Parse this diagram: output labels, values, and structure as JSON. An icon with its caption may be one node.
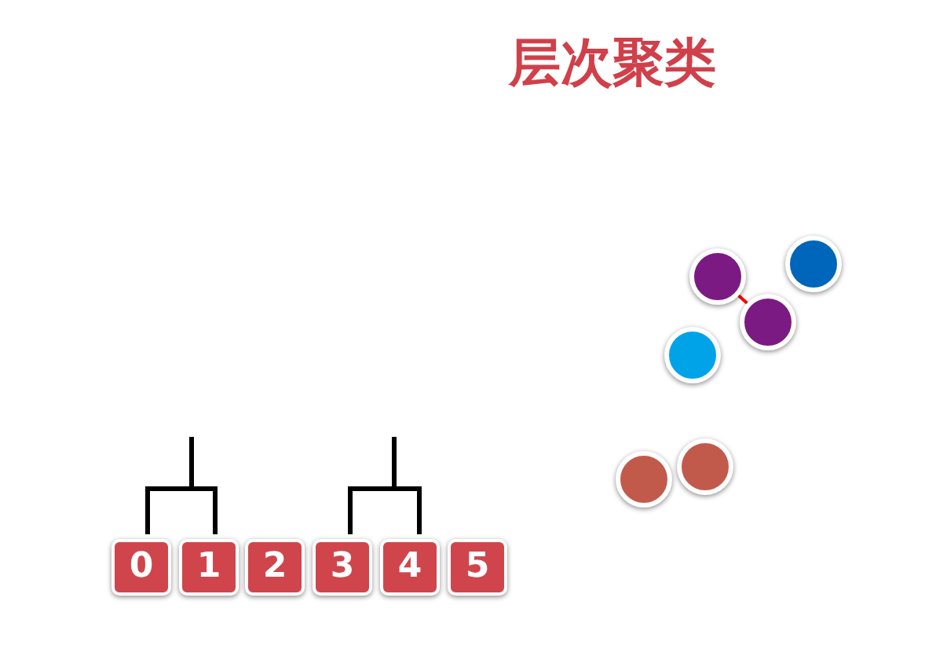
{
  "diagram": {
    "title": "层次聚类",
    "nodes": [
      {
        "text": [
          "0"
        ]
      },
      {
        "text": [
          "1"
        ]
      },
      {
        "text": [
          "2"
        ]
      },
      {
        "text": [
          "3"
        ]
      },
      {
        "text": [
          "4"
        ]
      },
      {
        "text": [
          "5"
        ]
      },
      {
        "text": [],
        "shape": "circle"
      },
      {
        "text": [],
        "shape": "circle"
      },
      {
        "text": [],
        "shape": "circle"
      },
      {
        "text": [],
        "shape": "circle"
      },
      {
        "text": [],
        "shape": "circle"
      },
      {
        "text": [],
        "shape": "circle"
      }
    ],
    "edges": [
      {
        "from": 9,
        "to": 10,
        "arrow": "none",
        "color": "#ff0000"
      }
    ]
  }
}
